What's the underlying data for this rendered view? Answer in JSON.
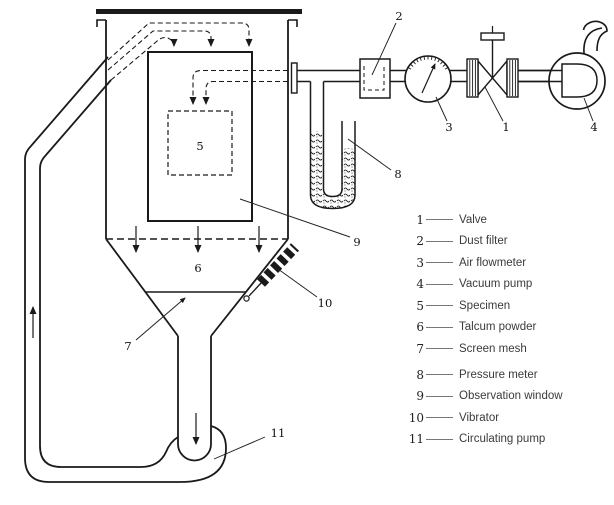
{
  "legend": {
    "items": [
      {
        "num": "1",
        "label": "Valve"
      },
      {
        "num": "2",
        "label": "Dust filter"
      },
      {
        "num": "3",
        "label": "Air flowmeter"
      },
      {
        "num": "4",
        "label": "Vacuum pump"
      },
      {
        "num": "5",
        "label": "Specimen"
      },
      {
        "num": "6",
        "label": "Talcum powder"
      },
      {
        "num": "7",
        "label": "Screen mesh"
      },
      {
        "num": "8",
        "label": "Pressure meter"
      },
      {
        "num": "9",
        "label": "Observation window"
      },
      {
        "num": "10",
        "label": "Vibrator"
      },
      {
        "num": "11",
        "label": "Circulating pump"
      }
    ]
  },
  "colors": {
    "line": "#1a1a1a",
    "label_text": "#111111",
    "legend_text": "#3b3b3b",
    "legend_dash": "#777777",
    "background": "#ffffff"
  }
}
